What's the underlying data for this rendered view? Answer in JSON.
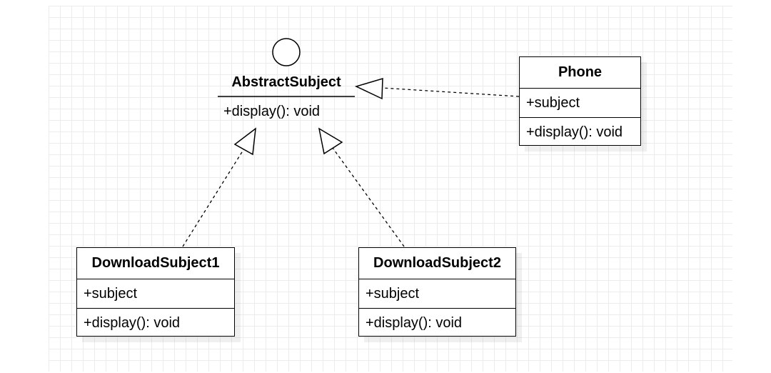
{
  "interface": {
    "name": "AbstractSubject",
    "method": "+display(): void"
  },
  "classes": {
    "phone": {
      "name": "Phone",
      "attribute": "+subject",
      "method": "+display(): void"
    },
    "download1": {
      "name": "DownloadSubject1",
      "attribute": "+subject",
      "method": "+display(): void"
    },
    "download2": {
      "name": "DownloadSubject2",
      "attribute": "+subject",
      "method": "+display(): void"
    }
  },
  "relations": [
    {
      "type": "realization",
      "from": "Phone",
      "to": "AbstractSubject"
    },
    {
      "type": "realization",
      "from": "DownloadSubject1",
      "to": "AbstractSubject"
    },
    {
      "type": "realization",
      "from": "DownloadSubject2",
      "to": "AbstractSubject"
    }
  ]
}
